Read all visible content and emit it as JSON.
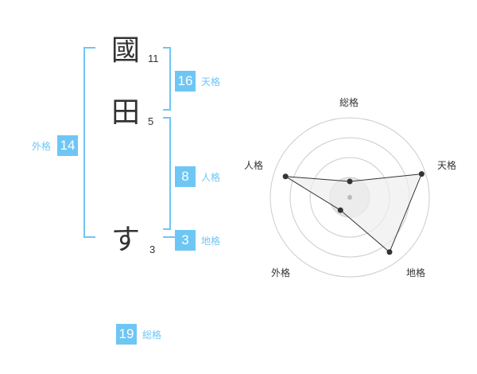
{
  "name": {
    "characters": [
      {
        "char": "國",
        "strokes": "11"
      },
      {
        "char": "田",
        "strokes": "5"
      },
      {
        "char": "す",
        "strokes": "3"
      }
    ]
  },
  "kakusu": {
    "tenkaku": {
      "value": "16",
      "label": "天格"
    },
    "jinkaku": {
      "value": "8",
      "label": "人格"
    },
    "chikaku": {
      "value": "3",
      "label": "地格"
    },
    "gaikaku": {
      "value": "14",
      "label": "外格"
    },
    "soukaku": {
      "value": "19",
      "label": "総格"
    }
  },
  "colors": {
    "accent": "#6ec6f5",
    "text": "#333333",
    "grid": "#cccccc",
    "radar_fill": "#eeeeee",
    "radar_line": "#333333"
  },
  "chart_data": {
    "type": "radar",
    "axes": [
      "総格",
      "天格",
      "地格",
      "外格",
      "人格"
    ],
    "values": [
      0.2,
      0.95,
      0.85,
      0.2,
      0.85
    ],
    "rings": 4
  }
}
